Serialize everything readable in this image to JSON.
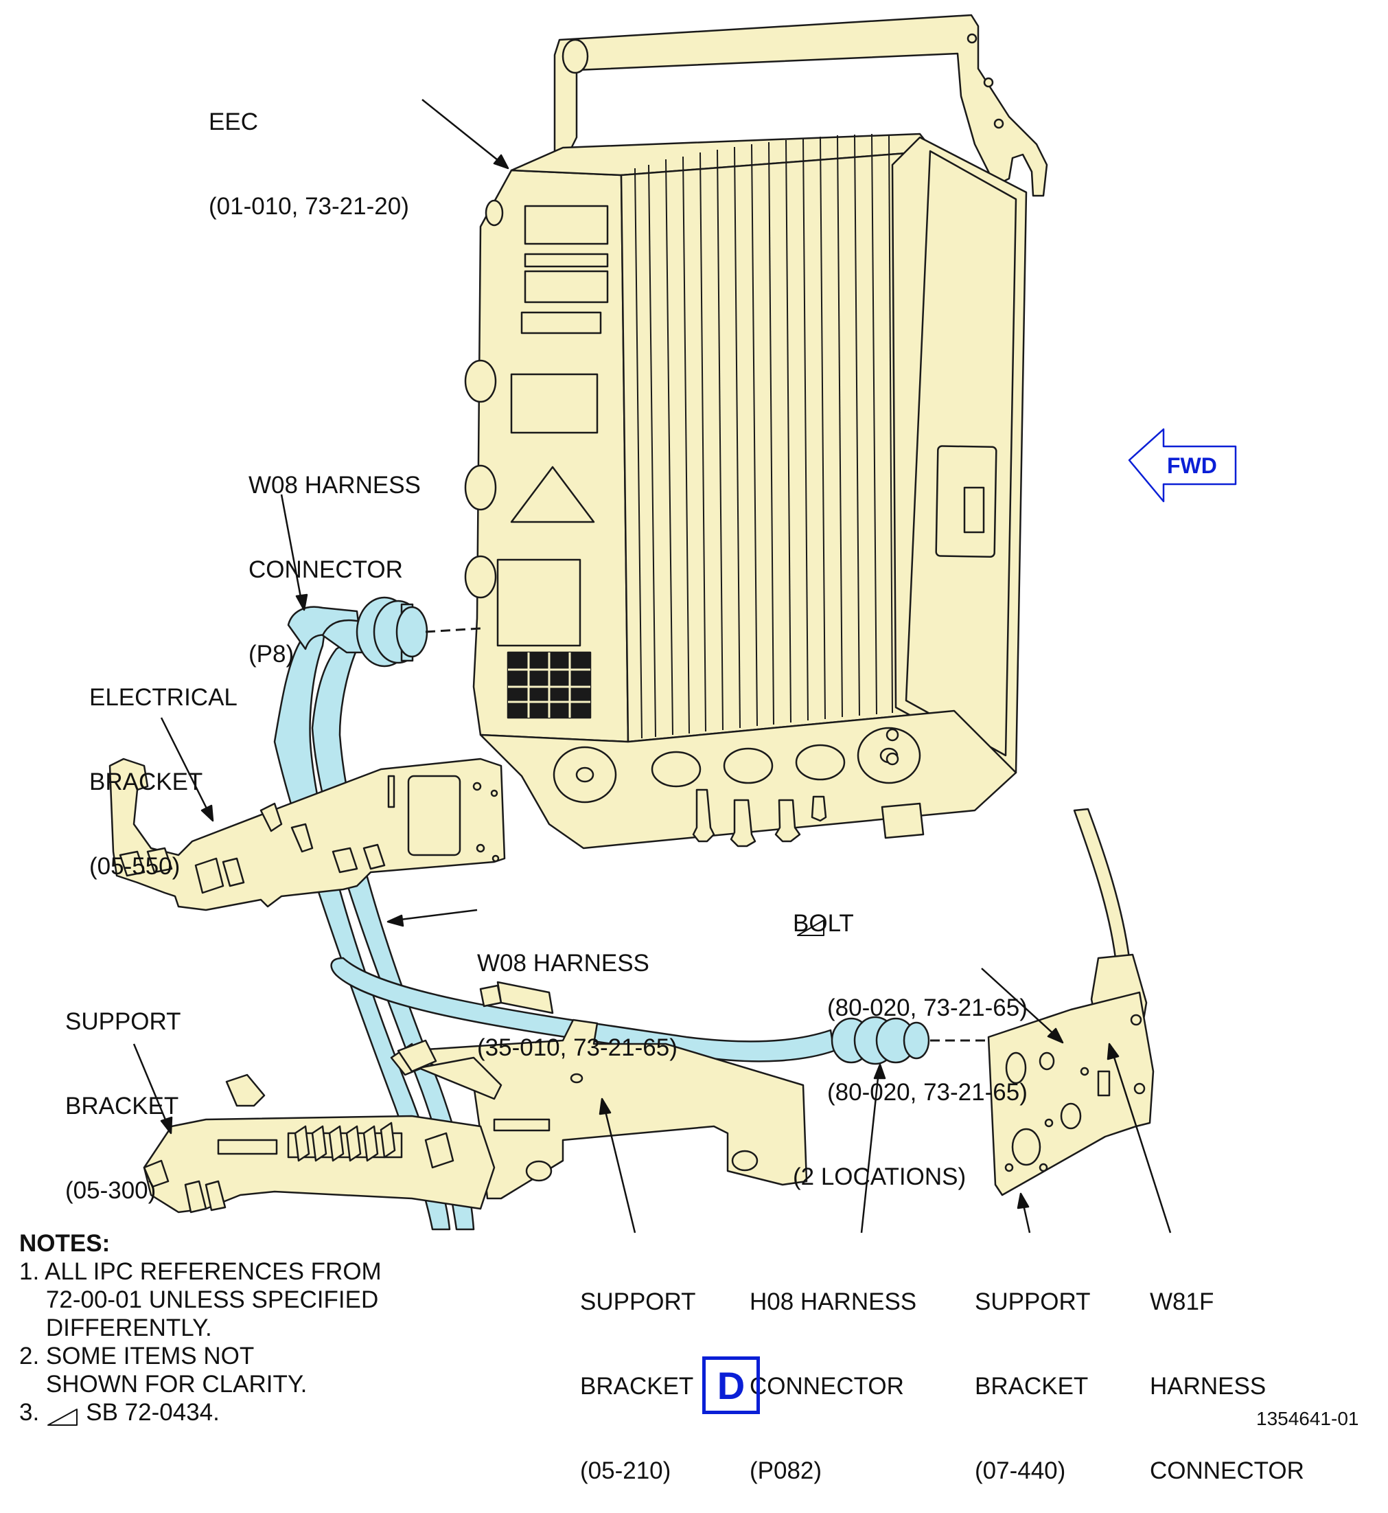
{
  "labels": {
    "eec": {
      "line1": "EEC",
      "line2": "(01-010, 73-21-20)"
    },
    "w08_connector": {
      "line1": "W08 HARNESS",
      "line2": "CONNECTOR",
      "line3": "(P8)"
    },
    "electrical_bracket": {
      "line1": "ELECTRICAL",
      "line2": "BRACKET",
      "line3": "(05-550)"
    },
    "w08_harness": {
      "line1": "W08 HARNESS",
      "line2": "(35-010, 73-21-65)"
    },
    "bolt": {
      "line1": "BOLT",
      "line2": "(80-020, 73-21-65)",
      "line3": "(80-020, 73-21-65)",
      "line4": "(2 LOCATIONS)"
    },
    "support_bracket_300": {
      "line1": "SUPPORT",
      "line2": "BRACKET",
      "line3": "(05-300)"
    },
    "support_bracket_210": {
      "line1": "SUPPORT",
      "line2": "BRACKET",
      "line3": "(05-210)"
    },
    "h08_connector": {
      "line1": "H08 HARNESS",
      "line2": "CONNECTOR",
      "line3": "(P082)"
    },
    "support_bracket_440": {
      "line1": "SUPPORT",
      "line2": "BRACKET",
      "line3": "(07-440)"
    },
    "w81f_connector": {
      "line1": "W81F",
      "line2": "HARNESS",
      "line3": "CONNECTOR"
    }
  },
  "notes": {
    "title": "NOTES:",
    "n1_line1": "1. ALL IPC REFERENCES FROM",
    "n1_line2": "    72-00-01 UNLESS SPECIFIED",
    "n1_line3": "    DIFFERENTLY.",
    "n2_line1": "2. SOME ITEMS NOT",
    "n2_line2": "    SHOWN FOR CLARITY.",
    "n3_line1": "3.       SB 72-0434."
  },
  "fwd_label": "FWD",
  "view_label": "D",
  "figure_id": "1354641-01",
  "colors": {
    "component_fill": "#f7f1c4",
    "harness_fill": "#b9e6ef",
    "outline": "#1a1a1a",
    "accent_blue": "#0a1fd6"
  }
}
